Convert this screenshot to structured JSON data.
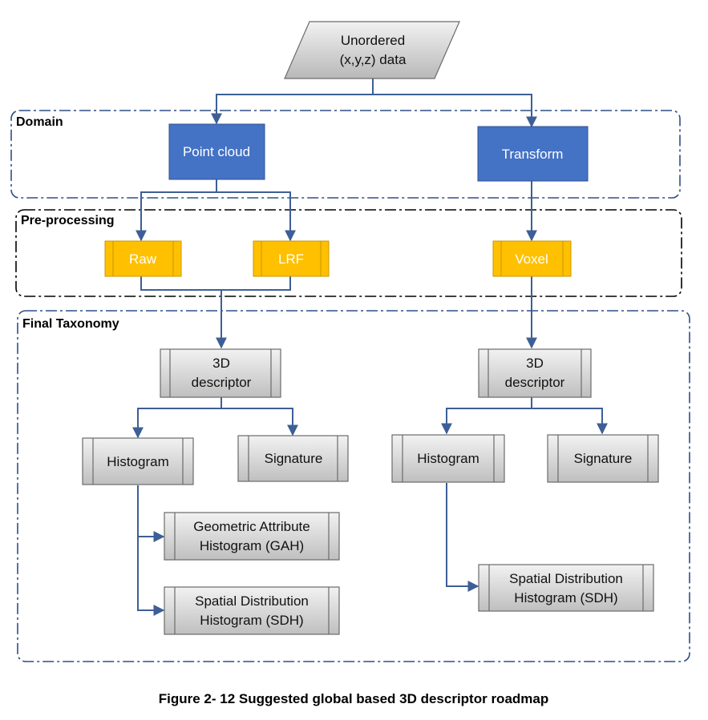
{
  "nodes": {
    "input": {
      "line1": "Unordered",
      "line2": "(x,y,z) data"
    },
    "point_cloud": "Point cloud",
    "transform": "Transform",
    "raw": "Raw",
    "lrf": "LRF",
    "voxel": "Voxel",
    "descriptor_left": {
      "line1": "3D",
      "line2": "descriptor"
    },
    "descriptor_right": {
      "line1": "3D",
      "line2": "descriptor"
    },
    "histogram_left": "Histogram",
    "signature_left": "Signature",
    "histogram_right": "Histogram",
    "signature_right": "Signature",
    "gah": {
      "line1": "Geometric Attribute",
      "line2": "Histogram (GAH)"
    },
    "sdh_left": {
      "line1": "Spatial Distribution",
      "line2": "Histogram (SDH)"
    },
    "sdh_right": {
      "line1": "Spatial Distribution",
      "line2": "Histogram (SDH)"
    }
  },
  "groups": {
    "domain": "Domain",
    "preprocessing": "Pre-processing",
    "final_taxonomy": "Final Taxonomy"
  },
  "caption": "Figure 2- 12 Suggested global based 3D descriptor roadmap",
  "colors": {
    "blue_fill": "#4472c4",
    "gold_fill": "#ffc000",
    "grey_fill": "#d9d9d9",
    "connector": "#3d5f96"
  }
}
